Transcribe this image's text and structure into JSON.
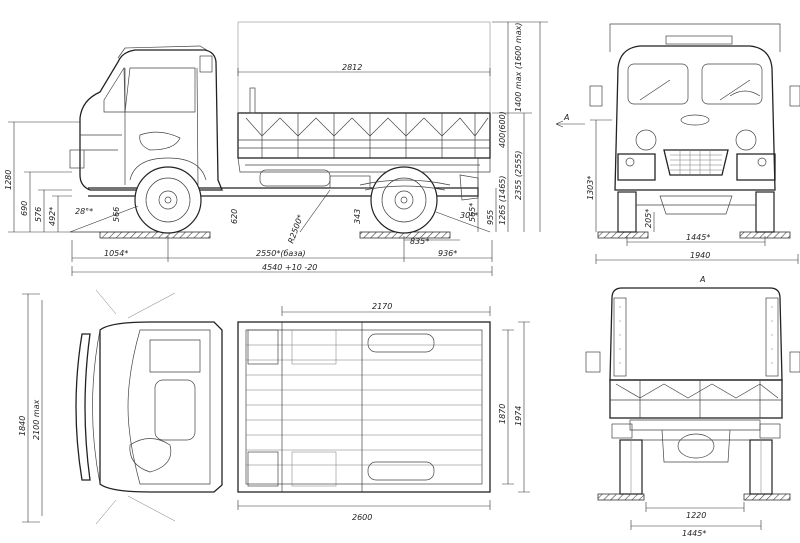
{
  "side_view": {
    "wheelbase_top": "2812",
    "tent_height": "1400 max (1600 max)",
    "side_height": "400(600)",
    "bed_height": "1265 (1465)",
    "overall_height": "2355 (2555)",
    "floor_height": "955",
    "rear_clearance": "565*",
    "overhang_front": "1054*",
    "wheelbase": "2550*(база)",
    "overhang_rear": "936*",
    "overall_length": "4540 +10 -20",
    "front_clearance_h": "1280",
    "bumper_height": "690",
    "frame_height": "576",
    "sill_height": "492*",
    "approach_angle": "28°*",
    "axle_height": "566",
    "step_height": "620",
    "turning_radius": "R2500*",
    "axle_gap": "343",
    "departure_angle": "30°*",
    "rear_axle_ground": "835*",
    "view_arrow": "A"
  },
  "front_view": {
    "track_front": "1445*",
    "overall_width": "1940",
    "height": "1303*",
    "clearance": "205*"
  },
  "top_view": {
    "bed_length_inner": "2170",
    "bed_length_outer": "2600",
    "width_mirrors": "1840",
    "width_max": "2100 max",
    "bed_width_inner": "1870",
    "bed_width_outer": "1974"
  },
  "rear_view": {
    "view_label": "A",
    "frame_width": "1220",
    "track_rear": "1445*"
  }
}
